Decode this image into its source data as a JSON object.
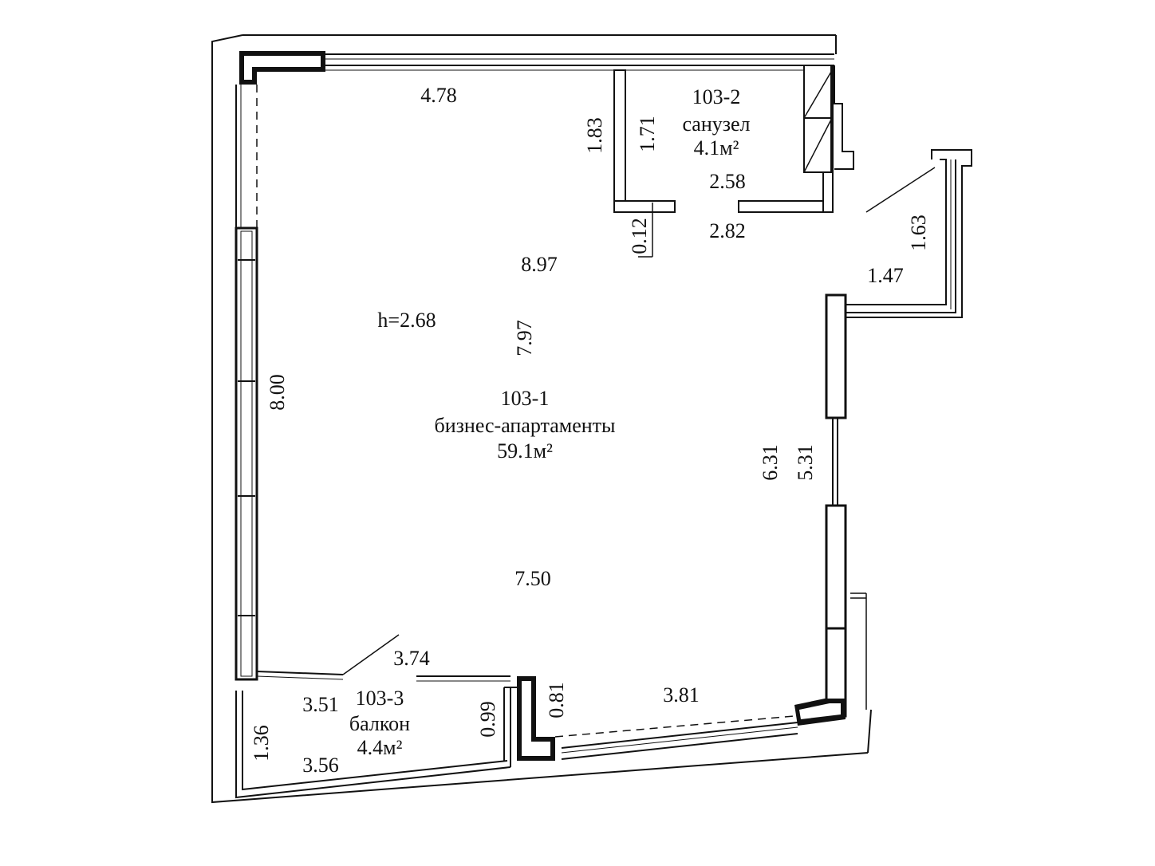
{
  "rooms": {
    "main": {
      "number": "103-1",
      "name": "бизнес-апартаменты",
      "area": "59.1м²"
    },
    "bathroom": {
      "number": "103-2",
      "name": "санузел",
      "area": "4.1м²"
    },
    "balcony": {
      "number": "103-3",
      "name": "балкон",
      "area": "4.4м²"
    }
  },
  "ceiling_height": "h=2.68",
  "dimensions": {
    "top_wall": "4.78",
    "bath_left_outer": "1.83",
    "bath_left_inner": "1.71",
    "bath_width_inner": "2.58",
    "bath_width_outer": "2.82",
    "bath_wall": "0.12",
    "main_width_top": "8.97",
    "main_depth": "7.97",
    "left_wall": "8.00",
    "recess_height": "1.63",
    "recess_width": "1.47",
    "right_outer": "6.31",
    "right_inner": "5.31",
    "main_width_bottom": "7.50",
    "balcony_top": "3.74",
    "balcony_inner_top": "3.51",
    "balcony_bottom": "3.56",
    "balcony_left": "1.36",
    "balcony_right": "0.99",
    "pier": "0.81",
    "bottom_right": "3.81"
  }
}
